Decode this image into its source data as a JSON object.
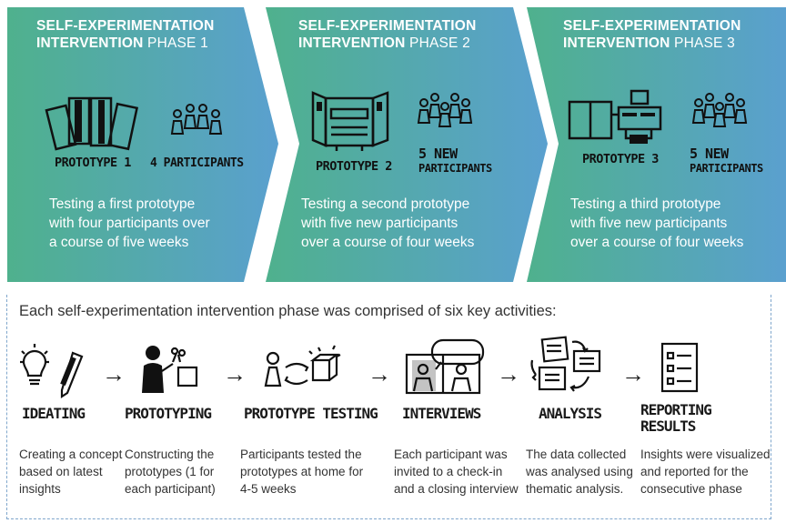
{
  "colors": {
    "phase_green": "#4daf8e",
    "phase_blue": "#5b9fd0",
    "frame": "#7fa6cc"
  },
  "phases": [
    {
      "title_bold": "SELF-EXPERIMENTATION",
      "title_bold2": "INTERVENTION",
      "title_plain": "PHASE 1",
      "prototype_label": "Prototype 1",
      "participants_label": "4 participants",
      "desc": [
        "Testing a first prototype",
        "with four participants over",
        "a course of five weeks"
      ]
    },
    {
      "title_bold": "SELF-EXPERIMENTATION",
      "title_bold2": "INTERVENTION",
      "title_plain": "PHASE 2",
      "prototype_label": "Prototype 2",
      "participants_label": [
        "5 new",
        "participants"
      ],
      "desc": [
        "Testing a second prototype",
        "with five new participants",
        "over a course of four weeks"
      ]
    },
    {
      "title_bold": "SELF-EXPERIMENTATION",
      "title_bold2": "INTERVENTION",
      "title_plain": "PHASE 3",
      "prototype_label": "Prototype 3",
      "participants_label": [
        "5 new",
        "participants"
      ],
      "desc": [
        "Testing a third prototype",
        "with five new participants",
        "over a course of four weeks"
      ]
    }
  ],
  "intro": "Each self-experimentation intervention phase was comprised of six key activities:",
  "activities": [
    {
      "label": "Ideating",
      "icon": "lightbulb-pencil-icon",
      "desc": [
        "Creating a concept",
        "based on latest",
        "insights"
      ]
    },
    {
      "label": "Prototyping",
      "icon": "person-scissors-icon",
      "desc": [
        "Constructing the",
        "prototypes (1 for",
        "each participant)"
      ]
    },
    {
      "label": "Prototype testing",
      "icon": "person-cube-cycle-icon",
      "desc": [
        "Participants tested the",
        "prototypes at home for",
        "4-5 weeks"
      ]
    },
    {
      "label": "Interviews",
      "icon": "video-call-icon",
      "desc": [
        "Each participant was",
        "invited to a check-in",
        "and a closing interview"
      ]
    },
    {
      "label": "Analysis",
      "icon": "documents-cycle-icon",
      "desc": [
        "The data collected",
        "was analysed using",
        "thematic analysis."
      ]
    },
    {
      "label": [
        "Reporting",
        "results"
      ],
      "icon": "report-checklist-icon",
      "desc": [
        "Insights were visualized",
        "and reported for the",
        "consecutive phase"
      ]
    }
  ]
}
